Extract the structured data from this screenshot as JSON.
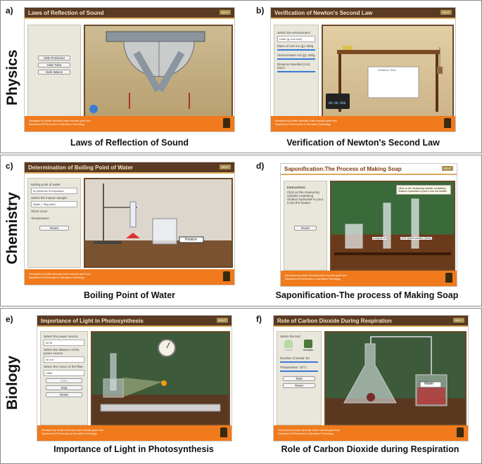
{
  "subjects": [
    "Physics",
    "Chemistry",
    "Biology"
  ],
  "panels": [
    {
      "tag": "a)",
      "title": "Laws of Reflection of Sound",
      "caption": "Laws of Reflection of Sound",
      "buttons": [
        "Hide Protractor",
        "Hide Tube",
        "Hide Waves"
      ]
    },
    {
      "tag": "b)",
      "title": "Verification of Newton's Second Law",
      "caption": "Verification of Newton's Second Law",
      "env_label": "Select the environment:",
      "env_value": "Earth (g=9.8 m/s²)",
      "mass1_label": "Mass of cart m1 (g): 250g",
      "mass2_label": "Vertical Mass m2 (g): 200g",
      "distance_label": "Distance travelled (cm): 50cm",
      "graph_label": "Distance-Time",
      "timer_value": "00:00.000"
    },
    {
      "tag": "c)",
      "title": "Determination of Boiling Point of Water",
      "caption": "Boiling Point of Water",
      "bp_label": "Boiling point of water:",
      "bp_value": "In presence of impurities",
      "impure_label": "Select the impure sample:",
      "impure_value": "Water + 50g NaCl",
      "zoom_label": "Show zoom",
      "temp_label": "Temperature:",
      "reset": "Reset",
      "pumice": "Pumice"
    },
    {
      "tag": "d)",
      "title": "Saponification:The Process of Making Soap",
      "caption": "Saponification-The process of Making Soap",
      "instructions_head": "Instructions",
      "instructions_text": "Click on the measuring cylinder containing Sodium hydroxide to pour it into the beaker",
      "reset": "Reset",
      "bubble": "Click on the measuring cylinder containing Sodium Hydroxide to pour it into the beaker",
      "cyl1": "Coconut oil",
      "cyl2": "20% NaOH solution (30ml)"
    },
    {
      "tag": "e)",
      "title": "Importance of Light in Photosynthesis",
      "caption": "Importance of Light in Photosynthesis",
      "power_label": "Select the power source:",
      "power_value": "40 W",
      "dist_label": "Select the distance of the power source:",
      "dist_value": "50 cm",
      "filter_label": "Select the colour of the filter:",
      "filter_value": "Clear",
      "start": "Start",
      "stop": "Stop",
      "reset": "Reset"
    },
    {
      "tag": "f)",
      "title": "Role of Carbon Dioxide During Respiration",
      "caption": "Role of Carbon Dioxide during Respiration",
      "test_label": "Select the test:",
      "plants": "Plants",
      "animals": "Animals",
      "seeds_label": "Number of seeds: 50",
      "temp_label": "Temperature: 15°C",
      "start": "Start",
      "reset": "Reset",
      "water": "Water"
    }
  ],
  "footer_text": "Developed by Amrita University Under research grant from Department Of Electronics & Information Technology",
  "help": "HELP"
}
